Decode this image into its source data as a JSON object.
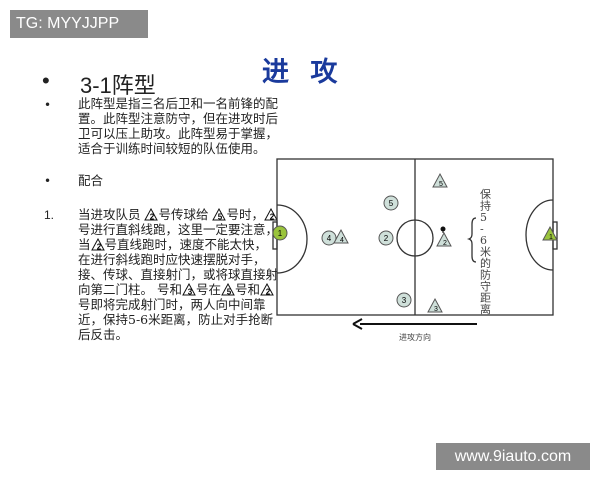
{
  "watermark_top": "TG: MYYJJPP",
  "watermark_bottom": "www.9iauto.com",
  "title": "进 攻",
  "heading_bullet": "3-1阵型",
  "description": "此阵型是指三名后卫和一名前锋的配置。此阵型注意防守，但在进攻时后卫可以压上助攻。此阵型易于掌握，适合于训练时间较短的队伍使用。",
  "sub_bullet": "配合",
  "item_number": "1.",
  "item_segments": [
    {
      "text": "当进攻队员 "
    },
    {
      "tri": "2"
    },
    {
      "text": "号传球给 "
    },
    {
      "tri": "5"
    },
    {
      "text": "号时，"
    },
    {
      "tri": "2"
    },
    {
      "text": "号进行直斜线跑，这里一定要注意，当"
    },
    {
      "tri": "2"
    },
    {
      "text": "号直线跑时，速度不能太快，在进行斜线跑时应快速摆脱对手，接、传球、直接射门，或将球直接射向第二门柱。 号和"
    },
    {
      "tri": "3"
    },
    {
      "text": "号在"
    },
    {
      "tri": "5"
    },
    {
      "text": "号和"
    },
    {
      "tri": "2"
    },
    {
      "text": "号即将完成射门时，两人向中间靠近，保持5-6米距离，防止对手抢断后反击。"
    }
  ],
  "diagram": {
    "attackers": [
      {
        "n": "1",
        "color": "#9ac43c"
      },
      {
        "n": "4"
      },
      {
        "n": "5"
      },
      {
        "n": "2"
      },
      {
        "n": "3"
      }
    ],
    "defenders": [
      {
        "n": "4"
      },
      {
        "n": "5"
      },
      {
        "n": "2"
      },
      {
        "n": "3"
      },
      {
        "n": "1",
        "color": "#9ac43c"
      }
    ],
    "player_color": "#cfe0da",
    "distance_note": "保持5-6米的防守距离",
    "direction_label": "进攻方向"
  }
}
